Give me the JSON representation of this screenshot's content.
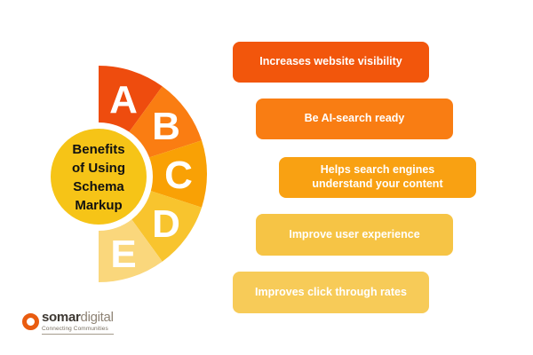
{
  "fan": {
    "center": {
      "lines": [
        "Benefits",
        "of Using",
        "Schema",
        "Markup"
      ],
      "color": "#F6C417",
      "ring_color": "#FFFFFF",
      "text_color": "#111111"
    },
    "segments": [
      {
        "letter": "A",
        "color": "#EE4C0E"
      },
      {
        "letter": "B",
        "color": "#FA7D12"
      },
      {
        "letter": "C",
        "color": "#F9A105"
      },
      {
        "letter": "D",
        "color": "#F8C42E"
      },
      {
        "letter": "E",
        "color": "#FAD77C"
      }
    ],
    "letter_color": "#FFFFFF"
  },
  "benefits": [
    {
      "label": "Increases website visibility",
      "color": "#F2560C"
    },
    {
      "label": "Be AI-search ready",
      "color": "#F97D13"
    },
    {
      "label": "Helps search engines understand your content",
      "color": "#F9A112"
    },
    {
      "label": "Improve user experience",
      "color": "#F6C445"
    },
    {
      "label": "Improves click through rates",
      "color": "#F7CB58"
    }
  ],
  "bar_text_color": "#FFFFFF",
  "logo": {
    "brand_bold": "somar",
    "brand_light": "digital",
    "tagline": "Connecting Communities",
    "ring_color": "#E95C10"
  },
  "background_color": "#FFFFFF"
}
